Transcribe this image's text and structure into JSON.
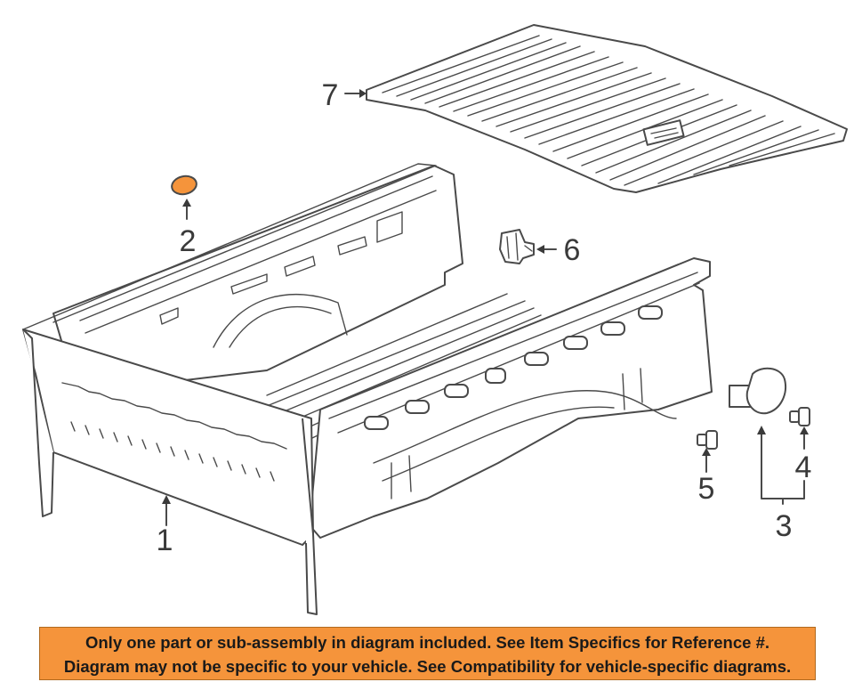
{
  "callouts": [
    {
      "id": "1",
      "label": "1"
    },
    {
      "id": "2",
      "label": "2"
    },
    {
      "id": "3",
      "label": "3"
    },
    {
      "id": "4",
      "label": "4"
    },
    {
      "id": "5",
      "label": "5"
    },
    {
      "id": "6",
      "label": "6"
    },
    {
      "id": "7",
      "label": "7"
    }
  ],
  "highlighted_part": "2",
  "colors": {
    "highlight": "#f5943b",
    "banner_background": "#f5943b",
    "line_art": "#4a4a4a"
  },
  "notice": {
    "line1": "Only one part or sub-assembly in diagram included. See Item Specifics for Reference #.",
    "line2": "Diagram may not be specific to your vehicle. See Compatibility for vehicle-specific diagrams."
  }
}
